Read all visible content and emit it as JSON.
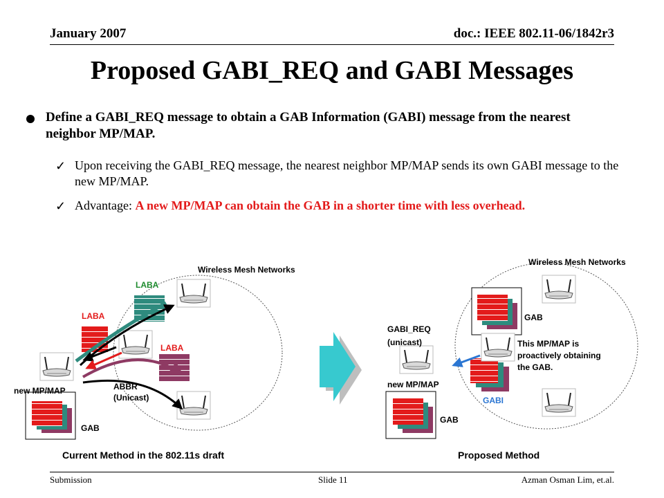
{
  "header": {
    "date": "January 2007",
    "doc_id": "doc.: IEEE 802.11-06/1842r3"
  },
  "title": "Proposed GABI_REQ and GABI Messages",
  "bullets": {
    "main": "Define a GABI_REQ message to obtain a GAB Information (GABI) message from the nearest neighbor MP/MAP.",
    "sub1": "Upon receiving the GABI_REQ message, the nearest neighbor MP/MAP sends its own GABI message to the new MP/MAP.",
    "sub2_prefix": "Advantage: ",
    "sub2_highlight": "A new MP/MAP can obtain the GAB in a shorter time with less overhead."
  },
  "left_diagram": {
    "network_label": "Wireless Mesh Networks",
    "laba_top": "LABA",
    "laba_left": "LABA",
    "laba_mid": "LABA",
    "abbr_label": "ABBR\n(Unicast)",
    "new_node_label": "new MP/MAP",
    "gab_label": "GAB",
    "caption": "Current Method in the 802.11s draft"
  },
  "right_diagram": {
    "network_label": "Wireless Mesh Networks",
    "gab_top_label": "GAB",
    "gabi_req_label": "GABI_REQ\n(unicast)",
    "node_note": "This MP/MAP is\nproactively obtaining\nthe GAB.",
    "new_node_label": "new MP/MAP",
    "gabi_label": "GABI",
    "gab_bottom_label": "GAB",
    "caption": "Proposed Method"
  },
  "footer": {
    "left": "Submission",
    "center": "Slide 11",
    "right": "Azman Osman Lim, et.al."
  },
  "colors": {
    "red": "#e31b1b",
    "teal": "#2e8b7e",
    "maroon": "#8e3a63",
    "green": "#1e8b2e",
    "blue": "#2b76d2",
    "arrow_cyan": "#37c9cf"
  }
}
